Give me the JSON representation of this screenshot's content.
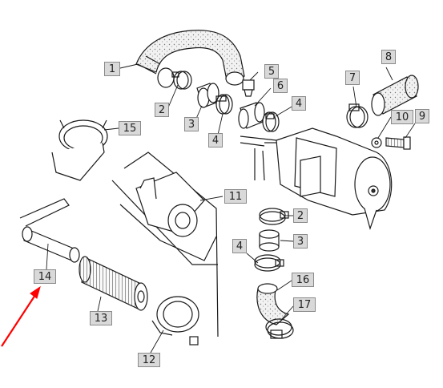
{
  "colors": {
    "line": "#1a1a1a",
    "callout_fill": "#d9d9d9",
    "callout_border": "#8a8a8a",
    "hose_fill": "#e8e8e8",
    "pointer_arrow": "#ff0000"
  },
  "callouts": {
    "c1": "1",
    "c2a": "2",
    "c3a": "3",
    "c4a": "4",
    "c5": "5",
    "c6": "6",
    "c4b": "4",
    "c7": "7",
    "c8": "8",
    "c9": "9",
    "c10": "10",
    "c15": "15",
    "c11": "11",
    "c2b": "2",
    "c3b": "3",
    "c4c": "4",
    "c16": "16",
    "c17": "17",
    "c14": "14",
    "c13": "13",
    "c12": "12"
  }
}
